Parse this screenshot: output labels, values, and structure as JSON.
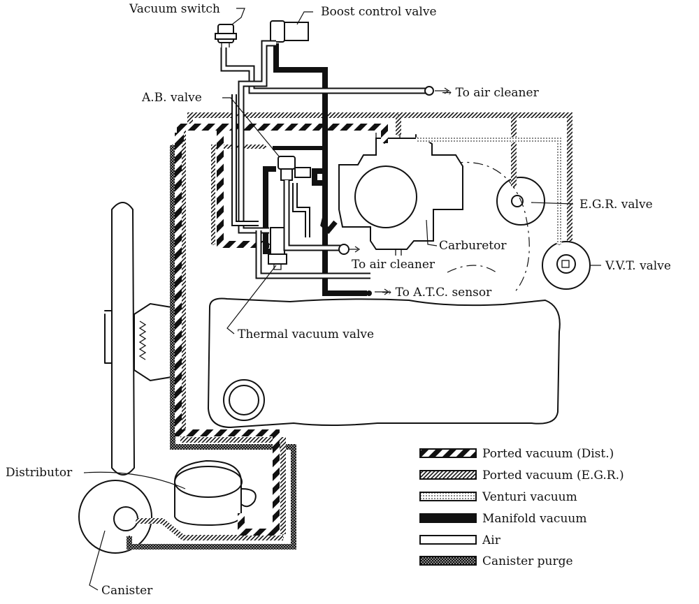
{
  "labels": {
    "vacuum_switch": "Vacuum switch",
    "boost_control_valve": "Boost control valve",
    "ab_valve": "A.B. valve",
    "to_air_cleaner_top": "→ To air cleaner",
    "egr_valve": "E.G.R. valve",
    "carburetor": "Carburetor",
    "vvt_valve": "V.V.T. valve",
    "to_air_cleaner_mid": "To air cleaner",
    "to_atc_sensor": "→ To A.T.C. sensor",
    "thermal_vacuum_valve": "Thermal vacuum valve",
    "distributor": "Distributor",
    "canister": "Canister"
  },
  "legend": {
    "items": [
      {
        "label": "Ported vacuum (Dist.)",
        "pattern": "ported-dist"
      },
      {
        "label": "Ported vacuum (E.G.R.)",
        "pattern": "ported-egr"
      },
      {
        "label": "Venturi vacuum",
        "pattern": "venturi"
      },
      {
        "label": "Manifold vacuum",
        "pattern": "manifold"
      },
      {
        "label": "Air",
        "pattern": "air"
      },
      {
        "label": "Canister purge",
        "pattern": "canister-purge"
      }
    ]
  },
  "colors": {
    "ink": "#111111",
    "paper": "#ffffff"
  }
}
